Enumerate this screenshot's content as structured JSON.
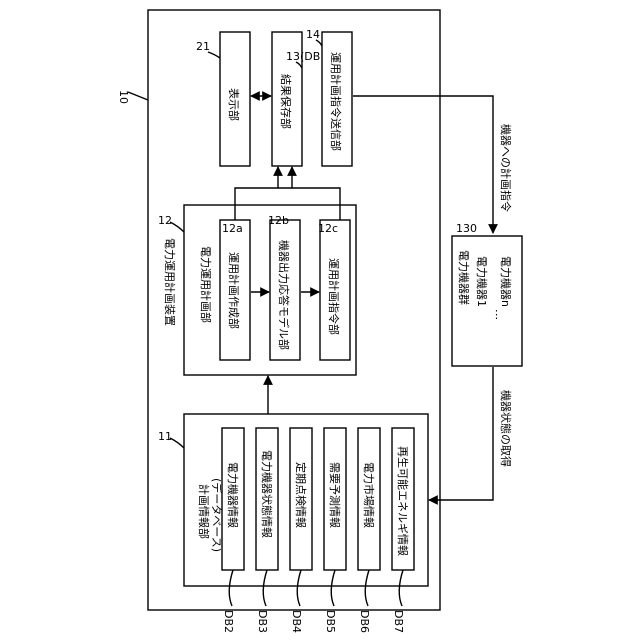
{
  "device": {
    "ref": "10",
    "title": "電力運用計画装置"
  },
  "display": {
    "ref": "21",
    "label": "表示部"
  },
  "result_storage": {
    "ref": "13(DB1)",
    "label": "結果保存部"
  },
  "plan_sender": {
    "ref": "14",
    "label": "運用計画指令送信部"
  },
  "planning_unit": {
    "ref": "12",
    "title": "電力運用計画部",
    "plan_creation": {
      "ref": "12a",
      "label": "運用計画作成部"
    },
    "output_model": {
      "ref": "12b",
      "label": "機器出力応答モデル部"
    },
    "plan_command": {
      "ref": "12c",
      "label": "運用計画指令部"
    }
  },
  "plan_info": {
    "ref": "11",
    "title_line1": "計画情報部",
    "title_line2": "(データベース)",
    "items": [
      {
        "label": "電力機器情報",
        "db": "DB2"
      },
      {
        "label": "電力機器状態情報",
        "db": "DB3"
      },
      {
        "label": "定期点検情報",
        "db": "DB4"
      },
      {
        "label": "需要予測情報",
        "db": "DB5"
      },
      {
        "label": "電力市場情報",
        "db": "DB6"
      },
      {
        "label": "再生可能エネルギ情報",
        "db": "DB7"
      }
    ]
  },
  "equipment_group": {
    "ref": "130",
    "title": "電力機器群",
    "item_first": "電力機器1",
    "ellipsis": "⋮",
    "item_last": "電力機器n"
  },
  "arrows": {
    "plan_command_to_devices": "機器への計画指令",
    "device_state_acquisition": "機器状態の取得"
  }
}
